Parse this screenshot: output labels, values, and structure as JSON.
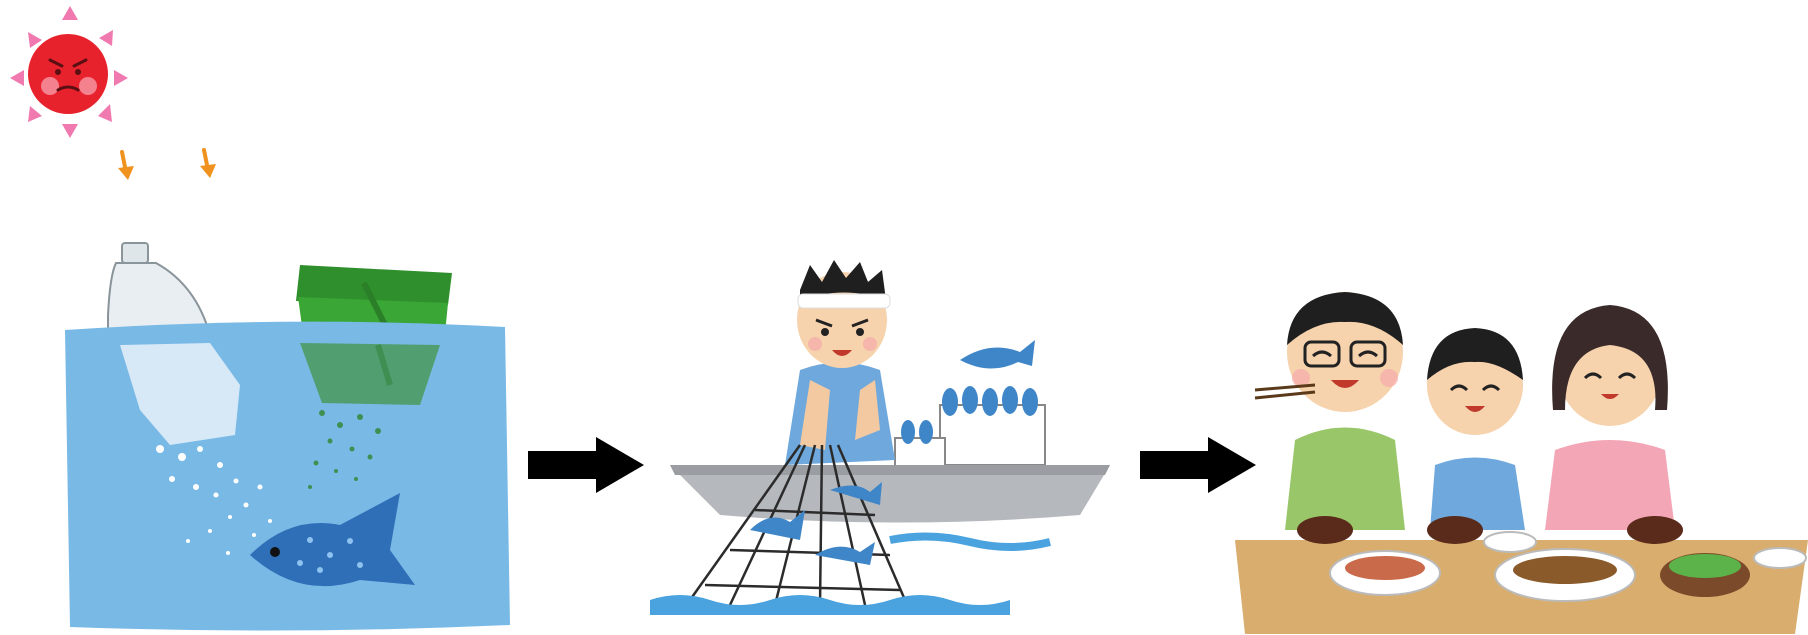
{
  "flow": {
    "steps": [
      {
        "id": "sunlight-degrades-plastic",
        "icon": "sun-icon"
      },
      {
        "id": "microplastics-in-ocean",
        "icon": "ocean-plastic-icon"
      },
      {
        "id": "fisherman-catches-fish",
        "icon": "fisherman-icon"
      },
      {
        "id": "family-eats-fish",
        "icon": "family-meal-icon"
      }
    ],
    "connector_icon": "right-arrow-icon"
  },
  "colors": {
    "sun_red": "#e8222c",
    "sun_ray_pink": "#f07ab0",
    "uv_arrow_orange": "#f0921e",
    "water_blue": "#79b9e6",
    "bucket_green": "#3aa635",
    "bottle_gray": "#e8eef2",
    "fish_blue": "#2f6fb8",
    "boat_gray": "#b5b8bd",
    "table_wood": "#d8ad6e",
    "arrow_black": "#000000"
  }
}
